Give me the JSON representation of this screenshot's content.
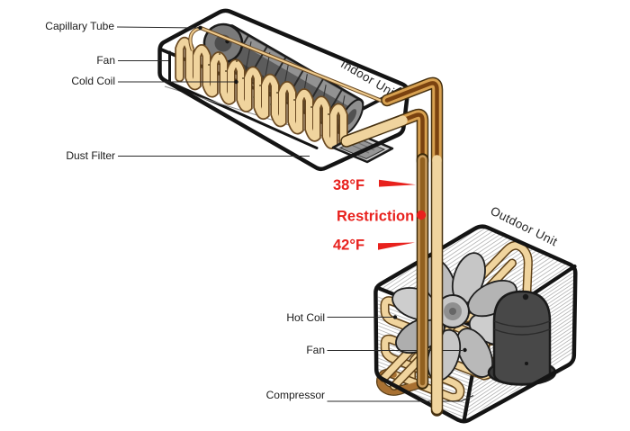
{
  "units": {
    "indoor": {
      "label": "Indoor Unit"
    },
    "outdoor": {
      "label": "Outdoor Unit"
    }
  },
  "callouts": {
    "capillary_tube": "Capillary Tube",
    "indoor_fan": "Fan",
    "cold_coil": "Cold Coil",
    "dust_filter": "Dust Filter",
    "hot_coil": "Hot Coil",
    "outdoor_fan": "Fan",
    "compressor": "Compressor"
  },
  "annotations": {
    "temp_before_restriction": "38°F",
    "restriction": "Restriction",
    "temp_after_restriction": "42°F"
  },
  "colors": {
    "annotation_red": "#e8211d",
    "pipe_tan": "#f0d49e",
    "pipe_copper_light": "#d8a150",
    "pipe_copper_dark": "#7a4210",
    "outline_black": "#141414",
    "metal_gray": "#c9c9c9",
    "compressor_dark": "#484848"
  }
}
